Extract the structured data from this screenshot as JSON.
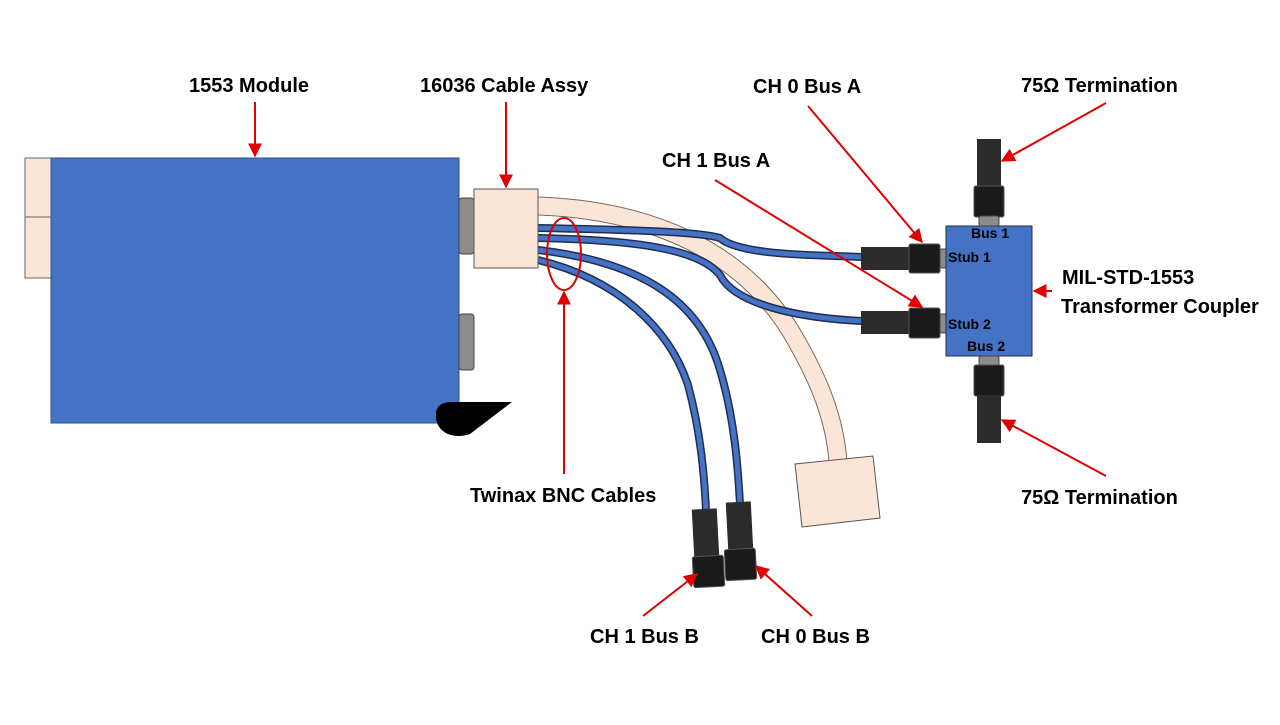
{
  "labels": {
    "module": "1553 Module",
    "cable_assy": "16036 Cable Assy",
    "ch0_bus_a": "CH 0 Bus A",
    "ch1_bus_a": "CH 1 Bus A",
    "termination_top": "75Ω Termination",
    "termination_bottom": "75Ω Termination",
    "coupler_line1": "MIL-STD-1553",
    "coupler_line2": "Transformer Coupler",
    "twinax": "Twinax BNC Cables",
    "ch1_bus_b": "CH 1 Bus B",
    "ch0_bus_b": "CH 0 Bus B"
  },
  "coupler": {
    "bus1": "Bus 1",
    "stub1": "Stub 1",
    "stub2": "Stub 2",
    "bus2": "Bus 2"
  },
  "colors": {
    "module_blue": "#4472c4",
    "cable_blue": "#4472c4",
    "cable_dark": "#1f2d4f",
    "peach": "#fbe5d6",
    "connector": "#2b2b2b",
    "arrow_red": "#e00000"
  }
}
